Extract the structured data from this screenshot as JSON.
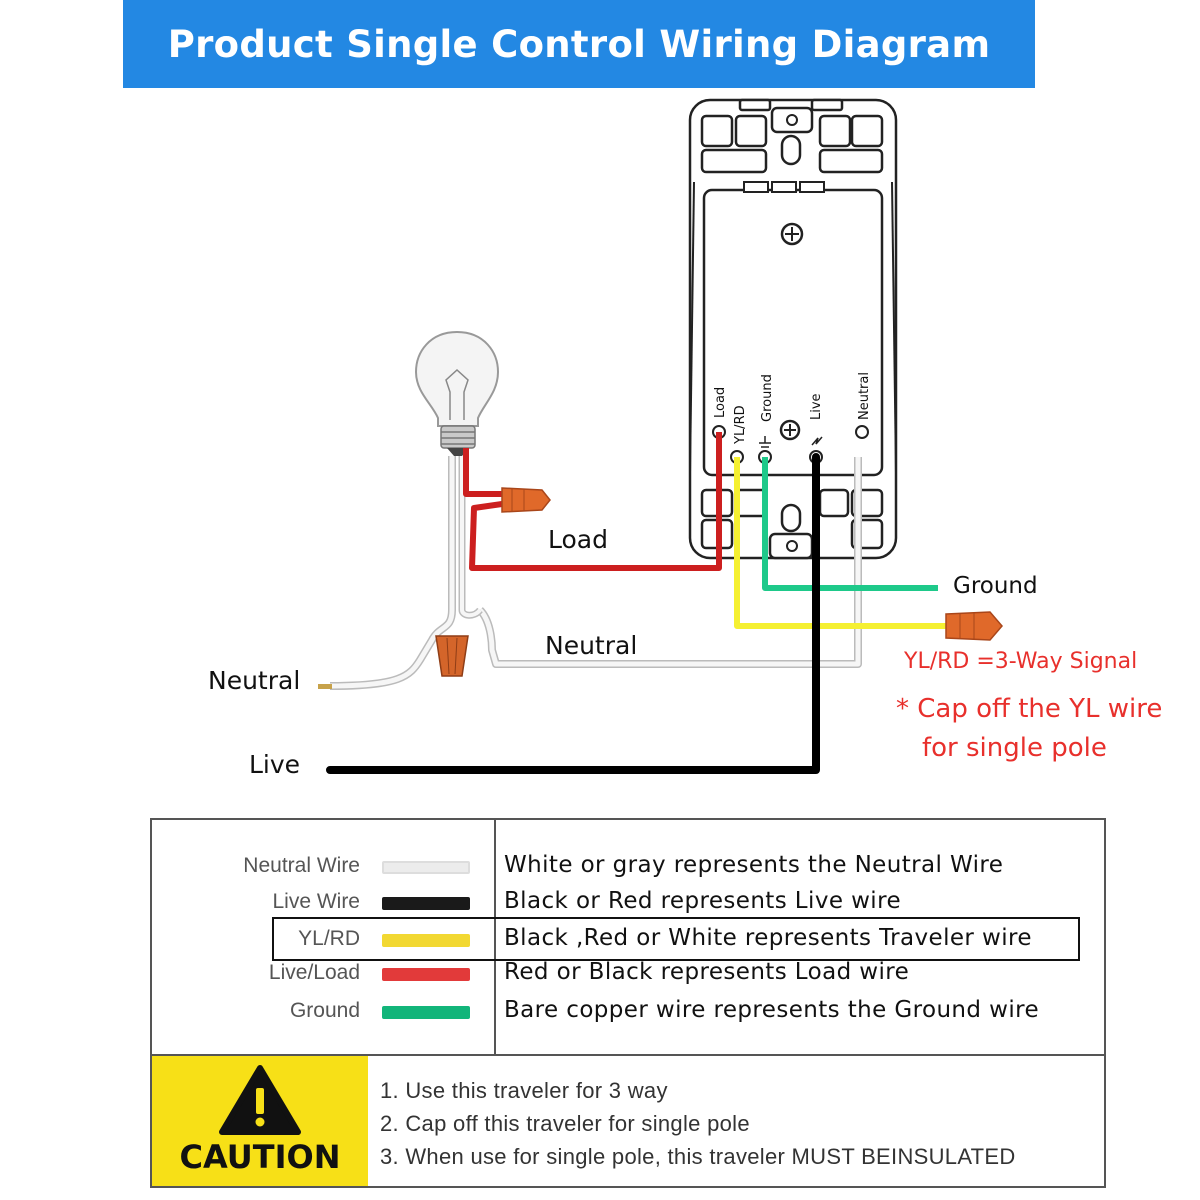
{
  "title": "Product Single Control Wiring Diagram",
  "terminals": {
    "load": "Load",
    "yl_rd": "YL/RD",
    "ground": "Ground",
    "live": "Live",
    "neutral": "Neutral"
  },
  "wire_labels": {
    "load": "Load",
    "neutral_mid": "Neutral",
    "neutral_left": "Neutral",
    "live": "Live",
    "ground": "Ground"
  },
  "notes": {
    "signal": "YL/RD =3-Way Signal",
    "cap_line1": "* Cap off the YL wire",
    "cap_line2": "for single pole"
  },
  "legend": [
    {
      "name": "Neutral Wire",
      "color": "#ececec",
      "desc": "White or gray represents the Neutral Wire"
    },
    {
      "name": "Live Wire",
      "color": "#1a1a1a",
      "desc": "Black or Red represents Live wire"
    },
    {
      "name": "YL/RD",
      "color": "#f2d832",
      "desc": "Black ,Red or  White  represents Traveler wire"
    },
    {
      "name": "Live/Load",
      "color": "#e23a3a",
      "desc": "Red or Black represents Load wire"
    },
    {
      "name": "Ground",
      "color": "#12b57a",
      "desc": "Bare copper wire represents the Ground wire"
    }
  ],
  "caution": {
    "label": "CAUTION",
    "items": [
      "1. Use this traveler for 3 way",
      "2. Cap off this traveler for single pole",
      "3. When use for single pole, this traveler MUST BEINSULATED"
    ]
  },
  "colors": {
    "title_bg": "#2388e3",
    "load_wire": "#cc1f1f",
    "traveler_wire": "#f5f032",
    "ground_wire": "#1ec98a",
    "live_wire": "#000000",
    "neutral_wire": "#eeeeee",
    "wire_nut": "#e0692a",
    "caution_bg": "#f7e017",
    "note_red": "#e8302c"
  },
  "icons": [
    "light-bulb-icon",
    "wire-nut-icon",
    "screw-icon",
    "warning-triangle-icon"
  ]
}
